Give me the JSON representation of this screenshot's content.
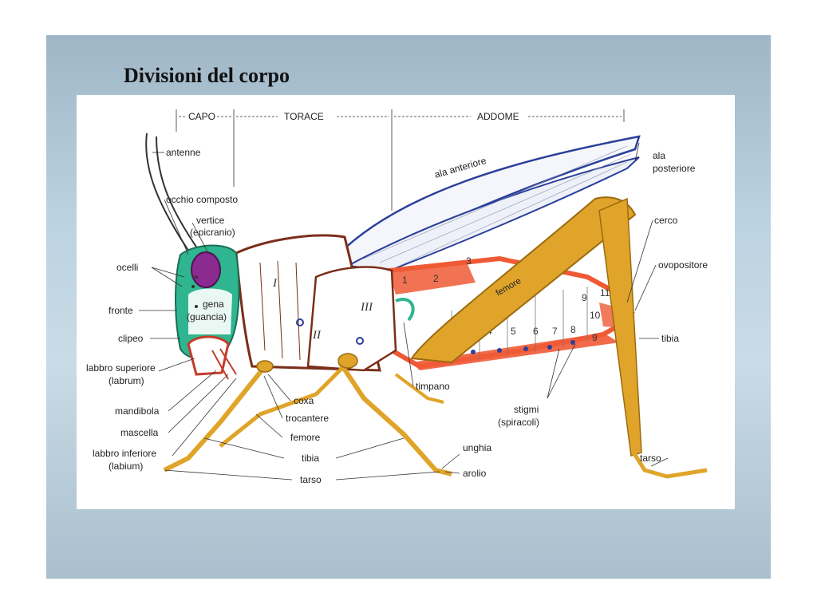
{
  "slide": {
    "title": "Divisioni del corpo"
  },
  "diagram": {
    "regions": {
      "capo": "CAPO",
      "torace": "TORACE",
      "addome": "ADDOME"
    },
    "thorax_segments": [
      "I",
      "II",
      "III"
    ],
    "abdomen_segments_top": [
      "1",
      "2",
      "3"
    ],
    "abdomen_segments_mid": [
      "4",
      "5",
      "6",
      "7",
      "8"
    ],
    "abdomen_segments_tail": [
      "9",
      "11",
      "10",
      "9"
    ],
    "labels": {
      "antenne": "antenne",
      "occhio_composto": "occhio composto",
      "vertice_1": "vertice",
      "vertice_2": "(epicranio)",
      "ocelli": "ocelli",
      "fronte": "fronte",
      "gena_1": "gena",
      "gena_2": "(guancia)",
      "clipeo": "clipeo",
      "labbro_superiore_1": "labbro superiore",
      "labbro_superiore_2": "(labrum)",
      "mandibola": "mandibola",
      "mascella": "mascella",
      "labbro_inferiore_1": "labbro inferiore",
      "labbro_inferiore_2": "(labium)",
      "ala_anteriore": "ala anteriore",
      "ala_posteriore_1": "ala",
      "ala_posteriore_2": "posteriore",
      "cerco": "cerco",
      "ovopositore": "ovopositore",
      "tibia_right": "tibia",
      "tarso_right": "tarso",
      "femore_leg": "femore",
      "timpano": "timpano",
      "stigmi_1": "stigmi",
      "stigmi_2": "(spiracoli)",
      "coxa": "coxa",
      "trocantere": "trocantere",
      "femore": "femore",
      "tibia": "tibia",
      "tarso": "tarso",
      "unghia": "unghia",
      "arolio": "arolio"
    }
  },
  "colors": {
    "head": "#2fb58f",
    "eye": "#8b2a8f",
    "body_outline": "#7a2e1a",
    "abdomen": "#ef5a35",
    "legs": "#e0a42a",
    "wing_outline": "#2a3f9a",
    "slide_bg": "#b9cfdc"
  }
}
